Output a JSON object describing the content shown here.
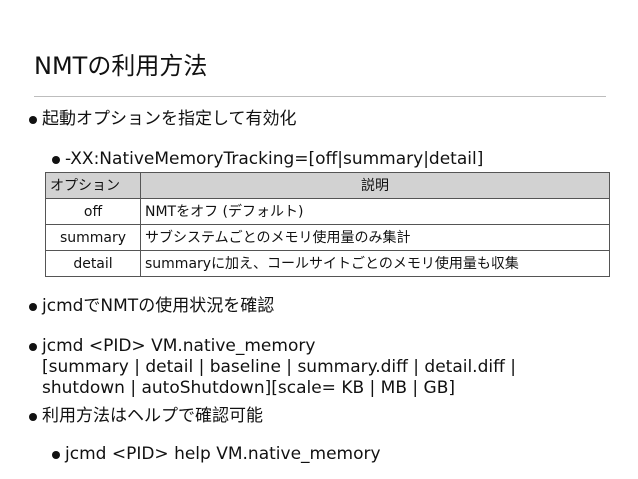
{
  "slide": {
    "title": "NMTの利用方法",
    "bullets": [
      "起動オプションを指定して有効化",
      "-XX:NativeMemoryTracking=[off|summary|detail]",
      "jcmdでNMTの使用状況を確認",
      "利用方法はヘルプで確認可能",
      "jcmd <PID> help VM.native_memory"
    ],
    "jcmd_lines": [
      "jcmd <PID> VM.native_memory",
      "[summary | detail | baseline | summary.diff | detail.diff |",
      "shutdown | autoShutdown][scale= KB | MB | GB]"
    ]
  },
  "table": {
    "headers": [
      "オプション",
      "説明"
    ],
    "rows": [
      [
        "off",
        "NMTをオフ (デフォルト)"
      ],
      [
        "summary",
        "サブシステムごとのメモリ使用量のみ集計"
      ],
      [
        "detail",
        "summaryに加え、コールサイトごとのメモリ使用量も収集"
      ]
    ]
  }
}
